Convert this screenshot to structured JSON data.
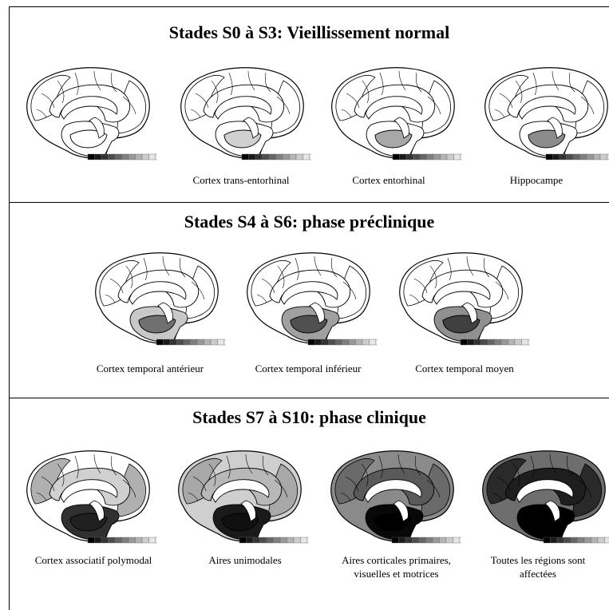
{
  "panels": [
    {
      "title": "Stades S0 à S3: Vieillissement normal",
      "items": [
        {
          "caption": "",
          "cortex": "#ffffff",
          "ring": "#ffffff",
          "lobe": "#ffffff",
          "hippo": "#ffffff",
          "front": "#ffffff"
        },
        {
          "caption": "Cortex trans-entorhinal",
          "cortex": "#ffffff",
          "ring": "#ffffff",
          "lobe": "#ffffff",
          "hippo": "#d0d0d0",
          "front": "#ffffff"
        },
        {
          "caption": "Cortex entorhinal",
          "cortex": "#ffffff",
          "ring": "#ffffff",
          "lobe": "#ffffff",
          "hippo": "#a8a8a8",
          "front": "#ffffff"
        },
        {
          "caption": "Hippocampe",
          "cortex": "#ffffff",
          "ring": "#ffffff",
          "lobe": "#ffffff",
          "hippo": "#8c8c8c",
          "front": "#ffffff"
        }
      ]
    },
    {
      "title": "Stades S4 à S6: phase préclinique",
      "items": [
        {
          "caption": "Cortex temporal antérieur",
          "cortex": "#ffffff",
          "ring": "#ffffff",
          "lobe": "#c8c8c8",
          "hippo": "#707070",
          "front": "#ffffff"
        },
        {
          "caption": "Cortex temporal inférieur",
          "cortex": "#ffffff",
          "ring": "#ffffff",
          "lobe": "#a0a0a0",
          "hippo": "#505050",
          "front": "#ffffff"
        },
        {
          "caption": "Cortex temporal moyen",
          "cortex": "#ffffff",
          "ring": "#ffffff",
          "lobe": "#909090",
          "hippo": "#404040",
          "front": "#ffffff"
        }
      ]
    },
    {
      "title": "Stades S7 à S10: phase clinique",
      "items": [
        {
          "caption": "Cortex associatif polymodal",
          "cortex": "#ffffff",
          "ring": "#d0d0d0",
          "lobe": "#303030",
          "hippo": "#202020",
          "front": "#b0b0b0"
        },
        {
          "caption": "Aires unimodales",
          "cortex": "#cfcfcf",
          "ring": "#b8b8b8",
          "lobe": "#1a1a1a",
          "hippo": "#101010",
          "front": "#a8a8a8"
        },
        {
          "caption": "Aires corticales primaires, visuelles et motrices",
          "cortex": "#8a8a8a",
          "ring": "#5a5a5a",
          "lobe": "#080808",
          "hippo": "#000000",
          "front": "#6a6a6a"
        },
        {
          "caption": "Toutes les régions sont affectées",
          "cortex": "#6e6e6e",
          "ring": "#1e1e1e",
          "lobe": "#000000",
          "hippo": "#000000",
          "front": "#2a2a2a"
        }
      ]
    }
  ]
}
